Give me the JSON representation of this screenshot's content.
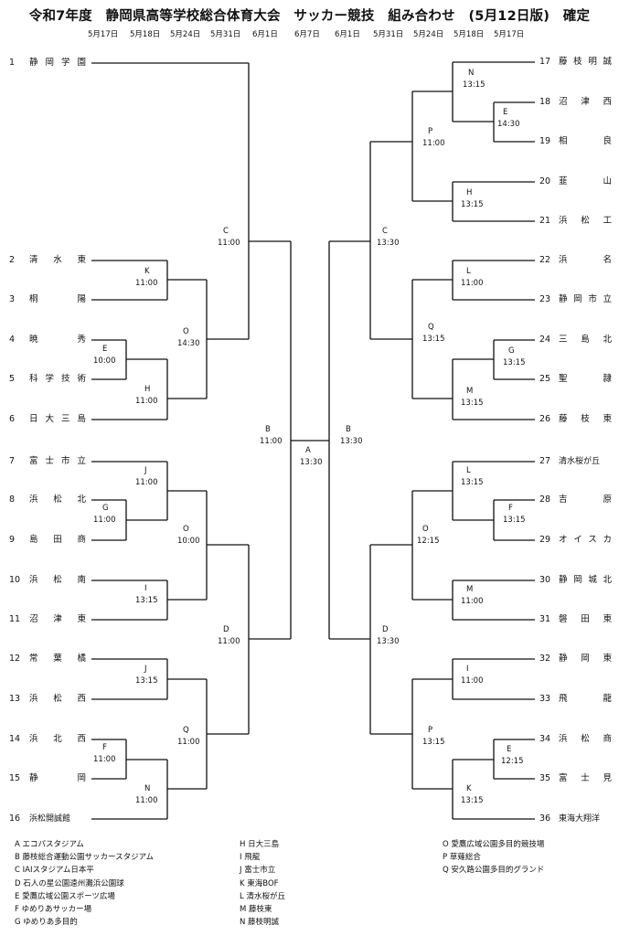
{
  "title": "令和7年度　静岡県高等学校総合体育大会　サッカー競技　組み合わせ　(5月12日版)　確定",
  "dates": [
    "5月17日",
    "5月18日",
    "5月24日",
    "5月31日",
    "6月1日",
    "6月7日",
    "6月1日",
    "5月31日",
    "5月24日",
    "5月18日",
    "5月17日"
  ],
  "teams_left": [
    {
      "num": "1",
      "name": "静岡学園"
    },
    {
      "num": "2",
      "name": "清水東"
    },
    {
      "num": "3",
      "name": "桐陽"
    },
    {
      "num": "4",
      "name": "暁秀"
    },
    {
      "num": "5",
      "name": "科学技術"
    },
    {
      "num": "6",
      "name": "日大三島"
    },
    {
      "num": "7",
      "name": "富士市立"
    },
    {
      "num": "8",
      "name": "浜松北"
    },
    {
      "num": "9",
      "name": "島田商"
    },
    {
      "num": "10",
      "name": "浜松南"
    },
    {
      "num": "11",
      "name": "沼津東"
    },
    {
      "num": "12",
      "name": "常葉橘"
    },
    {
      "num": "13",
      "name": "浜松西"
    },
    {
      "num": "14",
      "name": "浜北西"
    },
    {
      "num": "15",
      "name": "静岡"
    },
    {
      "num": "16",
      "name": "浜松開誠館"
    }
  ],
  "teams_right": [
    {
      "num": "17",
      "name": "藤枝明誠"
    },
    {
      "num": "18",
      "name": "沼津西"
    },
    {
      "num": "19",
      "name": "相良"
    },
    {
      "num": "20",
      "name": "韮山"
    },
    {
      "num": "21",
      "name": "浜松工"
    },
    {
      "num": "22",
      "name": "浜名"
    },
    {
      "num": "23",
      "name": "静岡市立"
    },
    {
      "num": "24",
      "name": "三島北"
    },
    {
      "num": "25",
      "name": "聖隷"
    },
    {
      "num": "26",
      "name": "藤枝東"
    },
    {
      "num": "27",
      "name": "清水桜が丘"
    },
    {
      "num": "28",
      "name": "吉原"
    },
    {
      "num": "29",
      "name": "オイスカ"
    },
    {
      "num": "30",
      "name": "静岡城北"
    },
    {
      "num": "31",
      "name": "磐田東"
    },
    {
      "num": "32",
      "name": "静岡東"
    },
    {
      "num": "33",
      "name": "飛龍"
    },
    {
      "num": "34",
      "name": "浜松商"
    },
    {
      "num": "35",
      "name": "富士見"
    },
    {
      "num": "36",
      "name": "東海大翔洋"
    }
  ],
  "matches": [
    {
      "venue": "K",
      "time": "11:00"
    },
    {
      "venue": "E",
      "time": "10:00"
    },
    {
      "venue": "H",
      "time": "11:00"
    },
    {
      "venue": "O",
      "time": "14:30"
    },
    {
      "venue": "C",
      "time": "11:00"
    },
    {
      "venue": "J",
      "time": "11:00"
    },
    {
      "venue": "G",
      "time": "11:00"
    },
    {
      "venue": "O",
      "time": "10:00"
    },
    {
      "venue": "I",
      "time": "13:15"
    },
    {
      "venue": "J",
      "time": "13:15"
    },
    {
      "venue": "F",
      "time": "11:00"
    },
    {
      "venue": "N",
      "time": "11:00"
    },
    {
      "venue": "Q",
      "time": "11:00"
    },
    {
      "venue": "D",
      "time": "11:00"
    },
    {
      "venue": "B",
      "time": "11:00"
    },
    {
      "venue": "A",
      "time": "13:30"
    },
    {
      "venue": "N",
      "time": "13:15"
    },
    {
      "venue": "E",
      "time": "14:30"
    },
    {
      "venue": "H",
      "time": "13:15"
    },
    {
      "venue": "P",
      "time": "11:00"
    },
    {
      "venue": "L",
      "time": "11:00"
    },
    {
      "venue": "G",
      "time": "13:15"
    },
    {
      "venue": "M",
      "time": "13:15"
    },
    {
      "venue": "Q",
      "time": "13:15"
    },
    {
      "venue": "C",
      "time": "13:30"
    },
    {
      "venue": "L",
      "time": "13:15"
    },
    {
      "venue": "F",
      "time": "13:15"
    },
    {
      "venue": "O",
      "time": "12:15"
    },
    {
      "venue": "M",
      "time": "11:00"
    },
    {
      "venue": "I",
      "time": "11:00"
    },
    {
      "venue": "E",
      "time": "12:15"
    },
    {
      "venue": "K",
      "time": "13:15"
    },
    {
      "venue": "P",
      "time": "13:15"
    },
    {
      "venue": "D",
      "time": "13:30"
    },
    {
      "venue": "B",
      "time": "13:30"
    }
  ],
  "venues": [
    "A エコパスタジアム",
    "B 藤枝総合運動公園サッカースタジアム",
    "C IAIスタジアム日本平",
    "D 石人の星公園遠州灘浜公園球",
    "E 愛鷹広域公園スポーツ広場",
    "F ゆめりあサッカー場",
    "G ゆめりあ多目的",
    "H 日大三島",
    "I 飛龍",
    "J 富士市立",
    "K 東海BOF",
    "L 清水桜が丘",
    "M 藤枝東",
    "N 藤枝明誠",
    "O 愛鷹広域公園多目的競技場",
    "P 草薙総合",
    "Q 安久路公園多目的グランド"
  ]
}
